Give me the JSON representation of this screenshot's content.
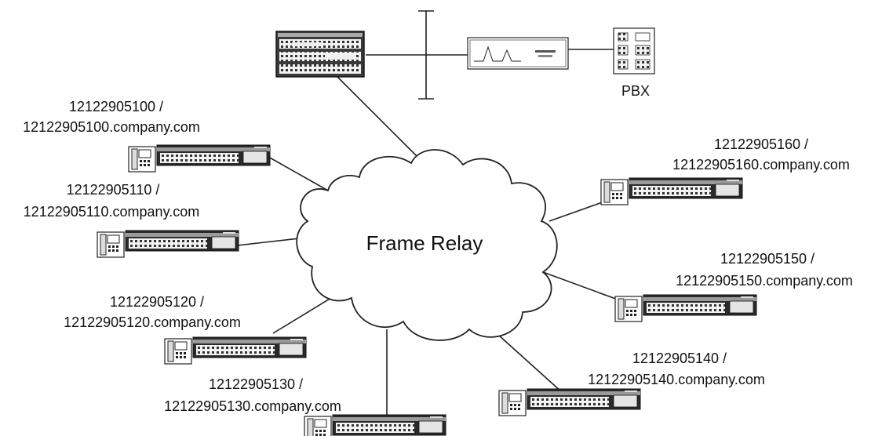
{
  "cloud": {
    "label": "Frame Relay"
  },
  "hub": {
    "pbx_label": "PBX"
  },
  "sites": [
    {
      "number": "12122905100 /",
      "host": "12122905100.company.com"
    },
    {
      "number": "12122905110 /",
      "host": "12122905110.company.com"
    },
    {
      "number": "12122905120 /",
      "host": "12122905120.company.com"
    },
    {
      "number": "12122905130 /",
      "host": "12122905130.company.com"
    },
    {
      "number": "12122905140 /",
      "host": "12122905140.company.com"
    },
    {
      "number": "12122905150 /",
      "host": "12122905150.company.com"
    },
    {
      "number": "12122905160 /",
      "host": "12122905160.company.com"
    }
  ]
}
